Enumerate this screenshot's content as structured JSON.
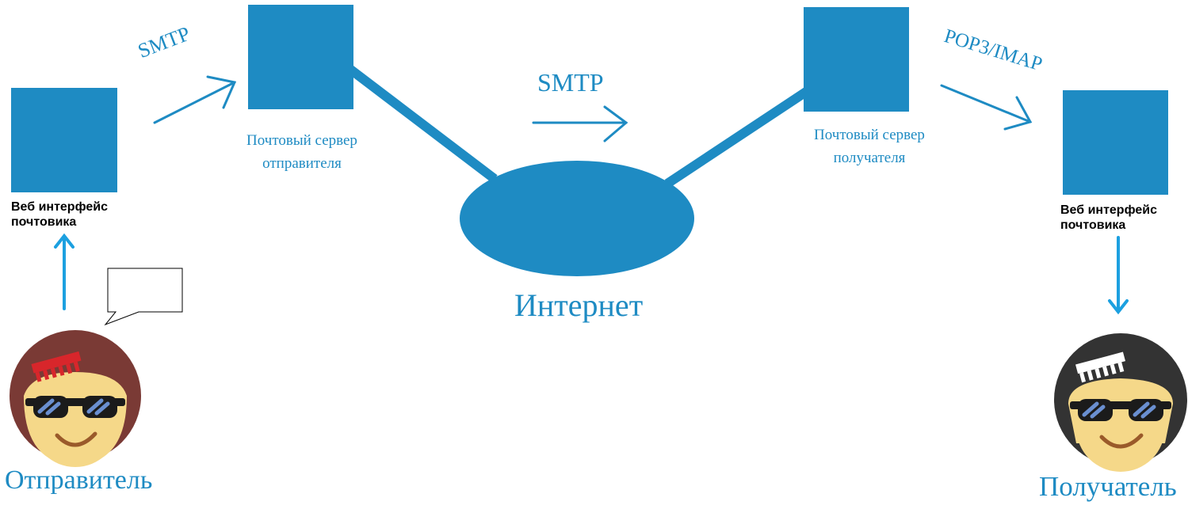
{
  "labels": {
    "smtp_left": "SMTP",
    "smtp_center": "SMTP",
    "pop3_imap": "POP3/IMAP",
    "sender_server": "Почтовый сервер отправителя",
    "receiver_server": "Почтовый сервер получателя",
    "internet": "Интернет",
    "web_interface_left_1": "Веб интерфейс",
    "web_interface_left_2": "почтовика",
    "web_interface_right_1": "Веб интерфейс",
    "web_interface_right_2": "почтовика",
    "sender": "Отправитель",
    "receiver": "Получатель"
  },
  "colors": {
    "accent": "#1e8bc3",
    "sender_hair": "#7a3a35",
    "receiver_hair": "#333333",
    "skin": "#f5d889",
    "comb_red": "#d8262b",
    "comb_white": "#ffffff"
  },
  "icons": {
    "sender_avatar": "person-with-sunglasses-icon",
    "receiver_avatar": "person-with-sunglasses-icon",
    "speech_bubble": "speech-bubble-icon"
  }
}
